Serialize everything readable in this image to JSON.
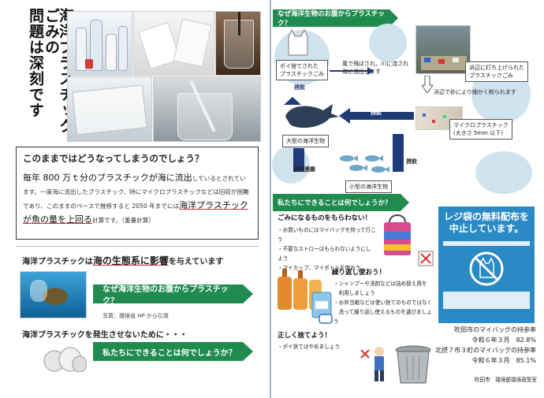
{
  "left": {
    "title_line1": "海洋プラスチックごみの",
    "title_line2": "問題は深刻です",
    "question": "このままではどうなってしまうのでしょう？",
    "body_parts": [
      "毎年 800 万ｔ分のプラスチックが海に流出",
      "しているとされています。一度海に流出したプラスチック、特にマイクロプラスチックなどは回収が困難であり、このままのペースで推移すると 2050 年までには",
      "海洋プラスチックが魚の量を上回る",
      "計算です。（重量計算）"
    ],
    "impact_prefix": "海洋プラスチックは",
    "impact_em": "海の生態系に影響",
    "impact_suffix": "を与えています",
    "banner1": "なぜ海洋生物のお腹からプラスチック？",
    "credit": "写真：環境省 HP から引用",
    "prevent_heading": "海洋プラスチックを発生させないために・・・",
    "banner2": "私たちにできることは何でしょうか？"
  },
  "right": {
    "banner1": "なぜ海洋生物のお腹からプラスチック？",
    "label_bag": "ポイ捨てされた\nプラスチックごみ",
    "label_wind": "風で飛ばされ、川に流され\n海に流出します",
    "label_beach": "浜辺に打ち上げられた\nプラスチックごみ",
    "label_crush": "浜辺で砂により細かく削られます",
    "label_micro": "マイクロプラスチック\n(大きさ 5mm 以下)",
    "arrow_eat1": "摂飲",
    "arrow_eat2": "摂飲",
    "arrow_eat3": "摂飲",
    "arrow_food": "食物連鎖",
    "label_bigfish": "大型の海洋生物",
    "label_smallfish": "小型の海洋生物",
    "banner2": "私たちにできることは何でしょうか？",
    "sec1_title": "ごみになるものをもらわない！",
    "sec1_items": [
      "・お買いものにはマイバックを持って行こう",
      "・不要なストローはもらわないようにしよう",
      "・マイカップ、マイボトルを使おう"
    ],
    "sec2_title": "繰り返し使おう！",
    "sec2_items": [
      "・シャンプーや洗剤などは詰め替え用を",
      "　利用しましょう",
      "・お弁当箱などは使い捨てのものではなく",
      "　洗って繰り返し使えるものを選びましょう"
    ],
    "sec3_title": "正しく捨てよう！",
    "sec3_items": [
      "・ポイ捨てはやめましょう"
    ],
    "poster_title": "レジ袋の無料配布を中止しています。",
    "stats": [
      "吹田市のマイバッグの持参率",
      "令和６年３月　82.8%",
      "北摂７市３町のマイバッグの持参率",
      "令和６年３月　85.1%"
    ],
    "dept": "吹田市　環境部環境政策室"
  },
  "colors": {
    "accent_green": "#1f8b4f",
    "navy": "#1f3a78",
    "light_blue": "#cfe3ee",
    "poster_blue": "#2a8ac5",
    "underline_red": "#e03030"
  }
}
